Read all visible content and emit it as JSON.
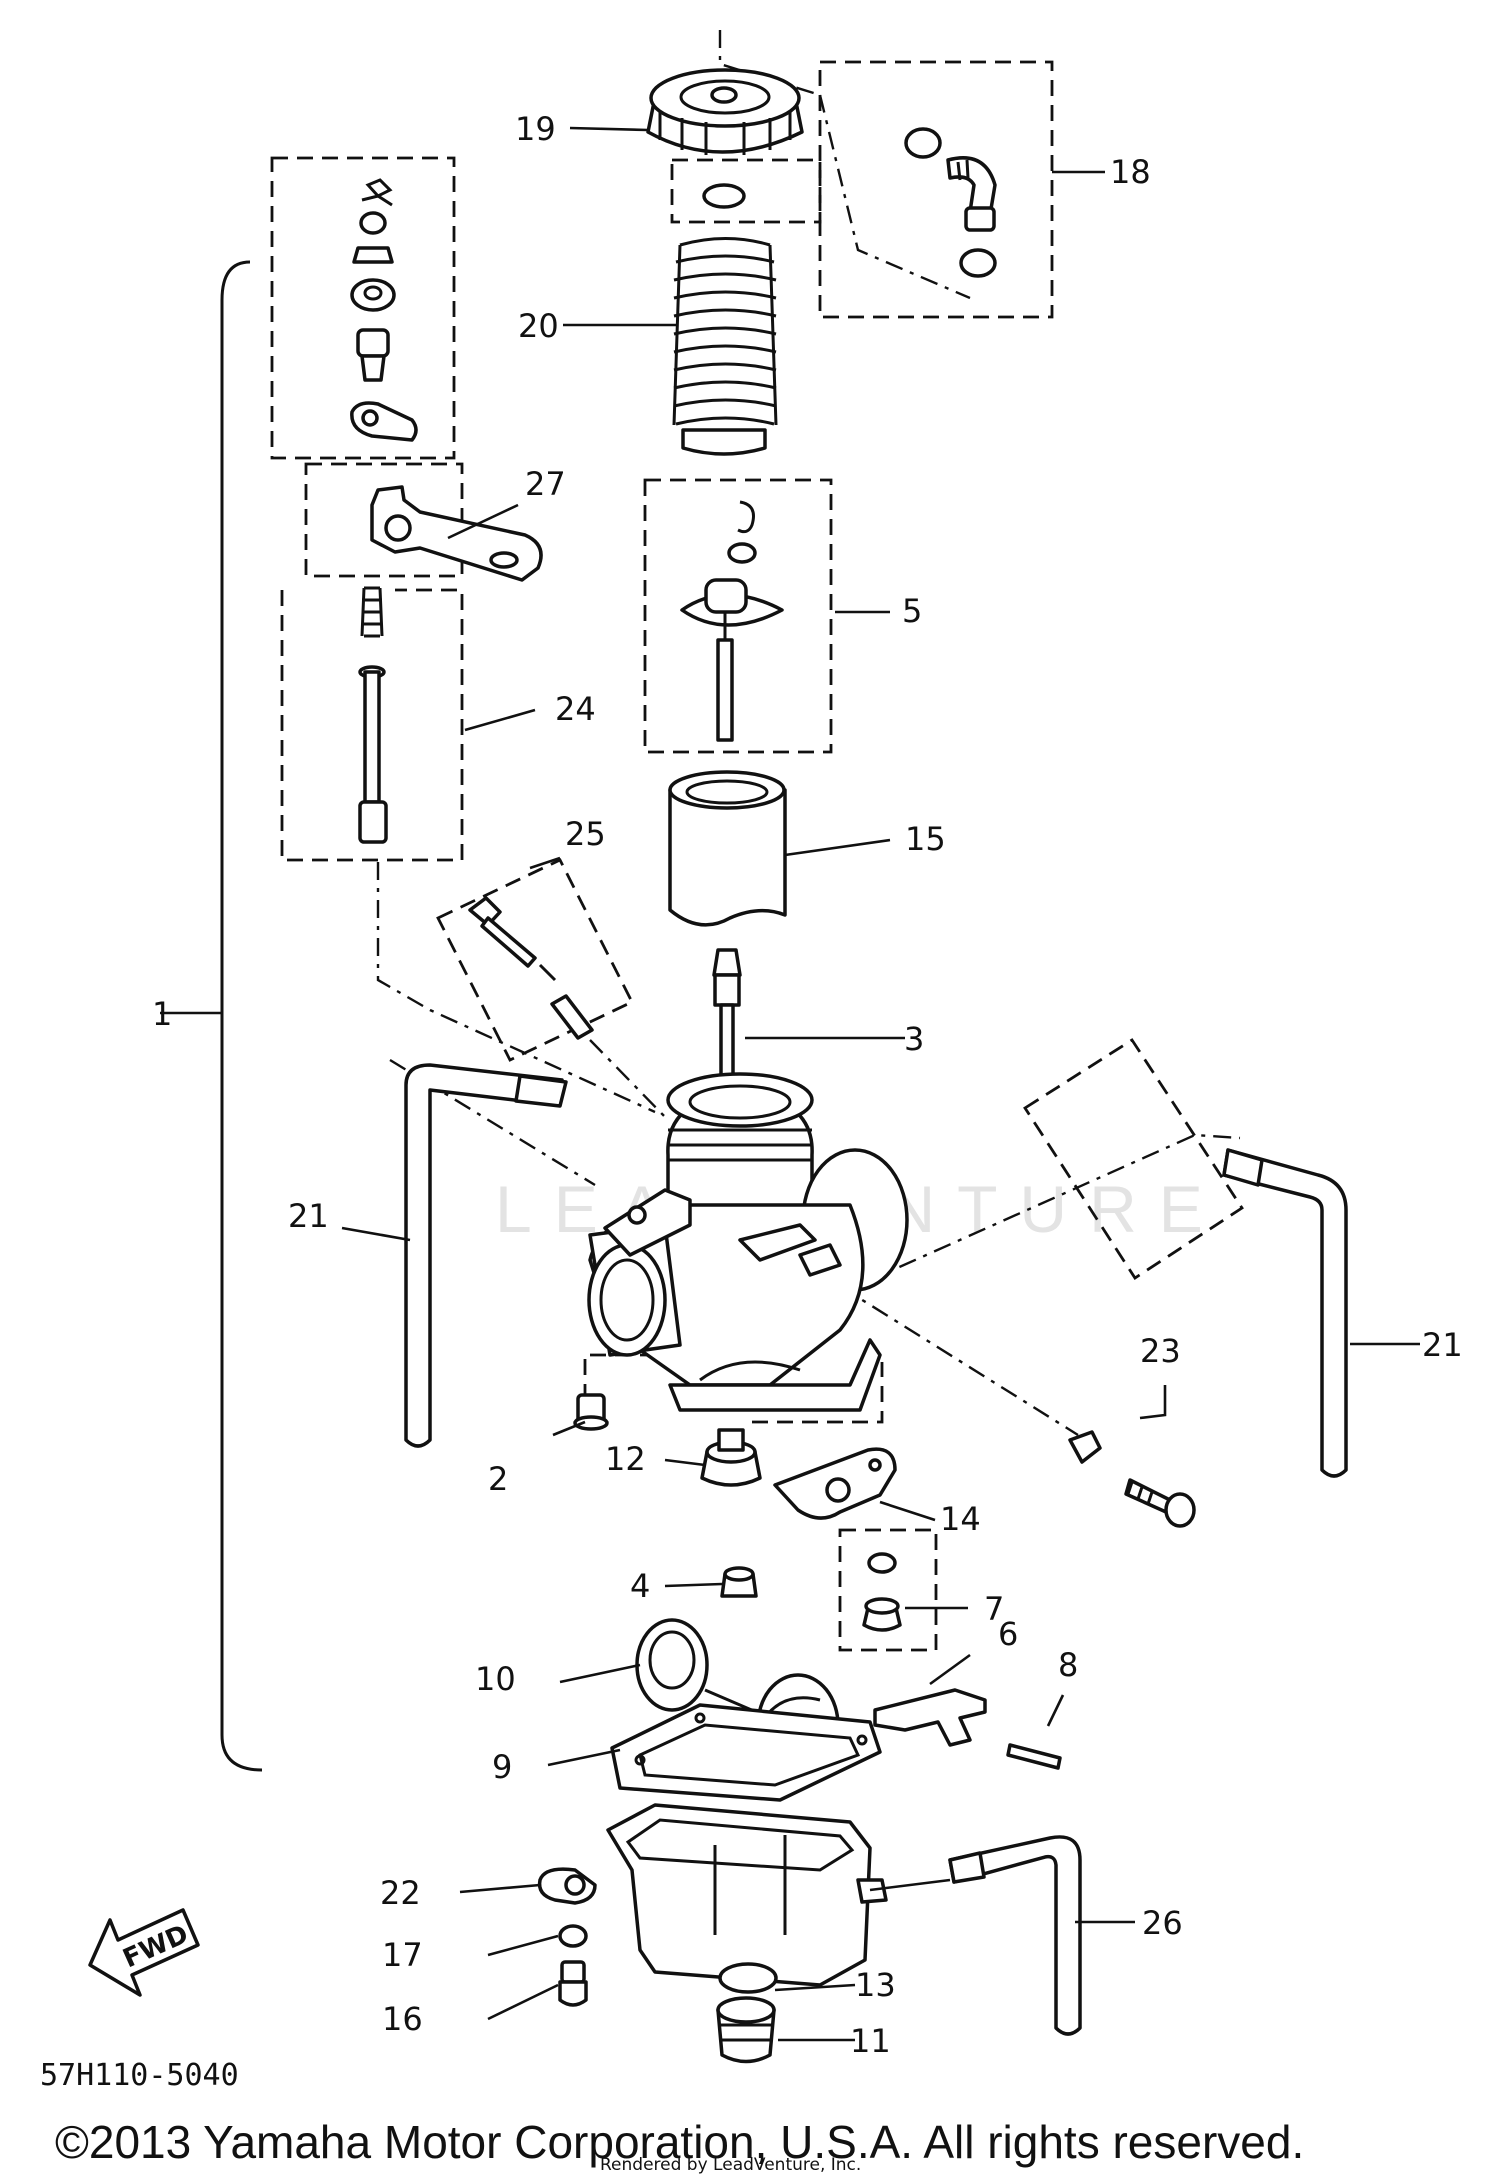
{
  "diagram": {
    "part_labels": [
      "1",
      "2",
      "3",
      "4",
      "5",
      "6",
      "7",
      "8",
      "9",
      "10",
      "11",
      "12",
      "13",
      "14",
      "15",
      "16",
      "17",
      "18",
      "19",
      "20",
      "21",
      "21",
      "22",
      "23",
      "24",
      "25",
      "26",
      "27"
    ],
    "diagram_code": "57H110-5040",
    "fwd_arrow_label": "FWD",
    "watermark": "LEADVENTURE",
    "copyright": "©2013 Yamaha Motor Corporation, U.S.A. All rights reserved.",
    "rendered_by": "Rendered by LeadVenture, Inc."
  }
}
